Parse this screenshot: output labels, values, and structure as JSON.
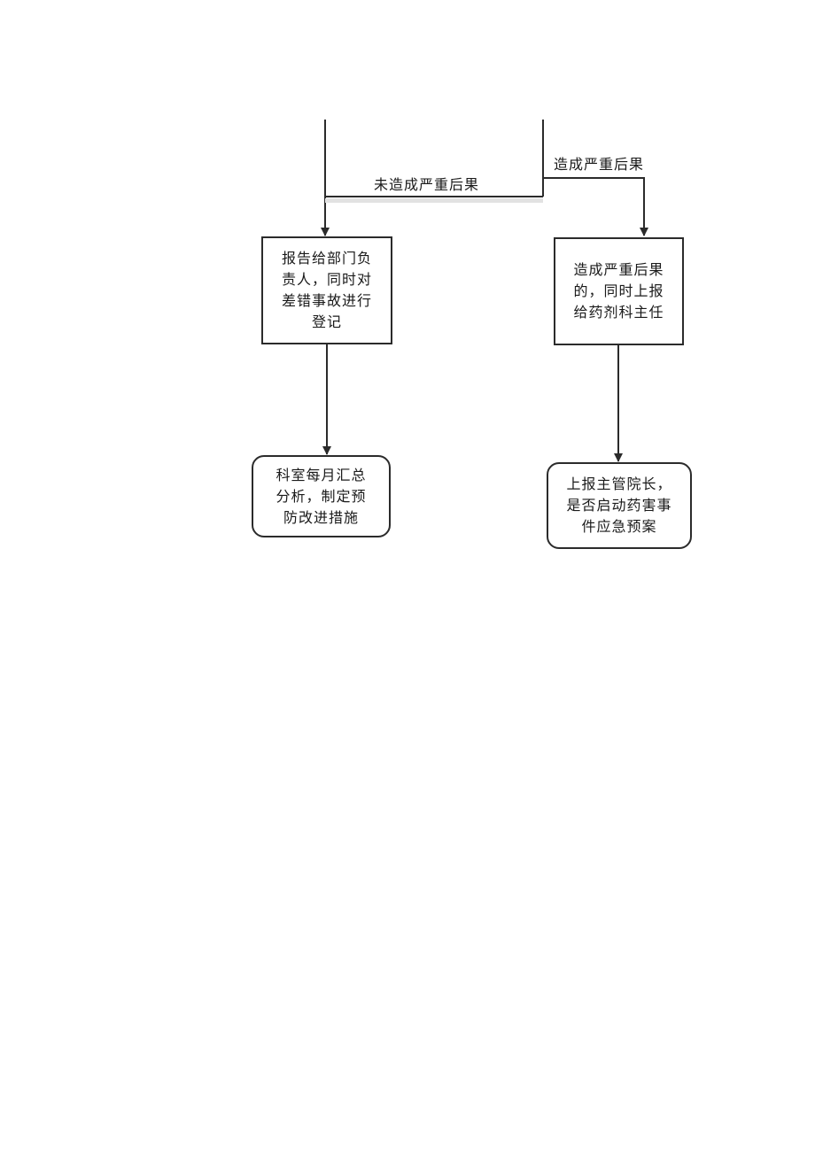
{
  "diagram": {
    "labels": {
      "no_serious": "未造成严重后果",
      "serious": "造成严重后果"
    },
    "boxes": {
      "report_head": "报告给部门负\n责人，同时对\n差错事故进行\n登记",
      "report_director": "造成严重后果\n的，同时上报\n给药剂科主任",
      "monthly_summary": "科室每月汇总\n分析，制定预\n防改进措施",
      "report_dean": "上报主管院长，\n是否启动药害事\n件应急预案"
    }
  }
}
